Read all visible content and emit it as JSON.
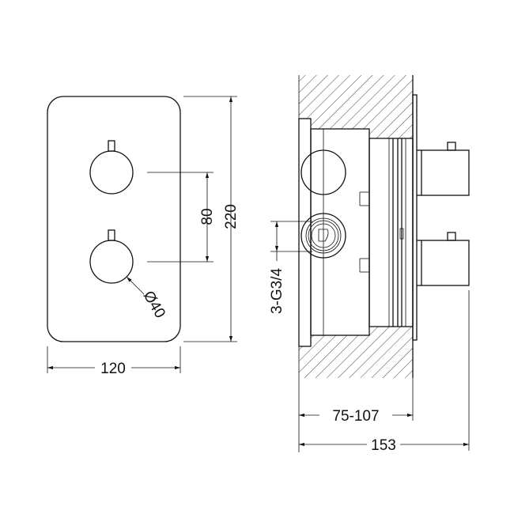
{
  "front_view": {
    "width_dim": "120",
    "height_dim": "220",
    "knob_spacing_dim": "80",
    "knob_diameter_dim": "Ø40"
  },
  "side_view": {
    "connection_dim": "3-G3/4",
    "install_depth_dim": "75-107",
    "total_depth_dim": "153"
  },
  "colors": {
    "line": "#111111",
    "background": "#ffffff"
  }
}
